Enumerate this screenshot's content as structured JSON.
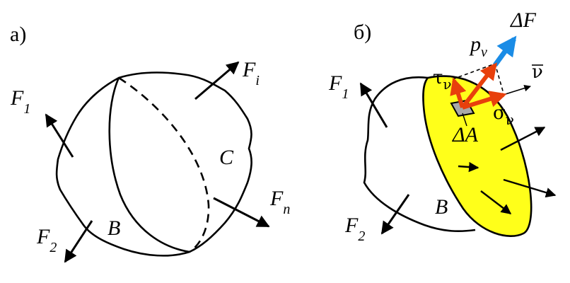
{
  "panel_a": {
    "tag": "а)",
    "body_left": "B",
    "body_right": "C",
    "forces": [
      {
        "sym": "F",
        "idx": "1"
      },
      {
        "sym": "F",
        "idx": "2"
      },
      {
        "sym": "F",
        "idx": "i"
      },
      {
        "sym": "F",
        "idx": "n"
      }
    ]
  },
  "panel_b": {
    "tag": "б)",
    "body": "B",
    "forces": [
      {
        "sym": "F",
        "idx": "1"
      },
      {
        "sym": "F",
        "idx": "2"
      }
    ],
    "delta_F": "ΔF",
    "delta_A": "ΔA",
    "p": "p",
    "p_idx": "ν",
    "tau": "τ",
    "tau_idx": "ν",
    "sigma": "σ",
    "sigma_idx": "ν",
    "normal": "ν"
  },
  "colors": {
    "section_fill": "#ffff1a",
    "stress_arrows": "#e8400c",
    "delta_f_arrow": "#1a8ce6",
    "area_patch": "#a9a9a9"
  }
}
